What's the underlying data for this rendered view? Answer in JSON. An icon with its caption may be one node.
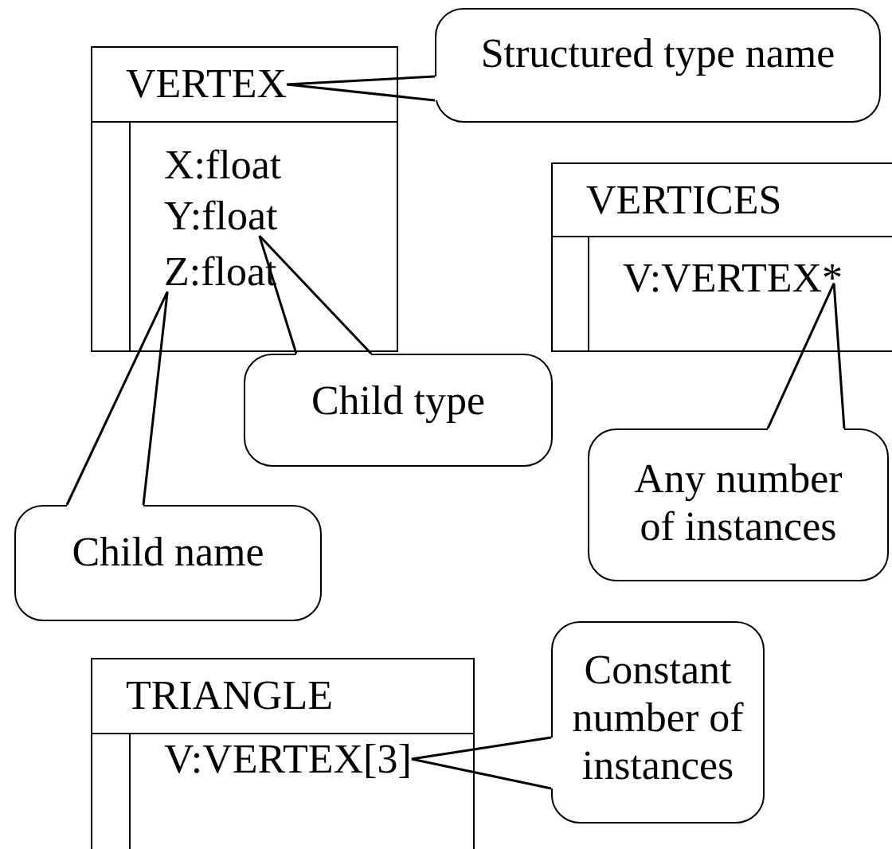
{
  "diagram": {
    "nodes": [
      {
        "text": [],
        "shape": "box"
      },
      {
        "text": [
          "VERTEX"
        ],
        "in": 0
      },
      {
        "text": [
          "X:float"
        ],
        "in": 0
      },
      {
        "text": [
          "Y:float"
        ],
        "in": 0
      },
      {
        "text": [
          "Z:float"
        ],
        "in": 0
      },
      {
        "text": [
          "Structured type name"
        ]
      },
      {
        "text": [
          "Child type"
        ]
      },
      {
        "text": [
          "Child name"
        ]
      },
      {
        "text": [],
        "shape": "box"
      },
      {
        "text": [
          "VERTICES"
        ],
        "in": 8
      },
      {
        "text": [
          "V:VERTEX*"
        ],
        "in": 8
      },
      {
        "text": [
          "Any number of instances"
        ]
      },
      {
        "text": [],
        "shape": "box"
      },
      {
        "text": [
          "TRIANGLE"
        ],
        "in": 12
      },
      {
        "text": [
          "V:VERTEX[3]"
        ],
        "in": 12
      },
      {
        "text": [
          "Constant number of instances"
        ]
      }
    ],
    "edges": [
      {
        "from": 5,
        "to": 1,
        "arrow": "none"
      },
      {
        "from": 6,
        "to": 3,
        "arrow": "none"
      },
      {
        "from": 7,
        "to": 4,
        "arrow": "none"
      },
      {
        "from": 11,
        "to": 10,
        "arrow": "none"
      },
      {
        "from": 15,
        "to": 14,
        "arrow": "none"
      }
    ]
  }
}
